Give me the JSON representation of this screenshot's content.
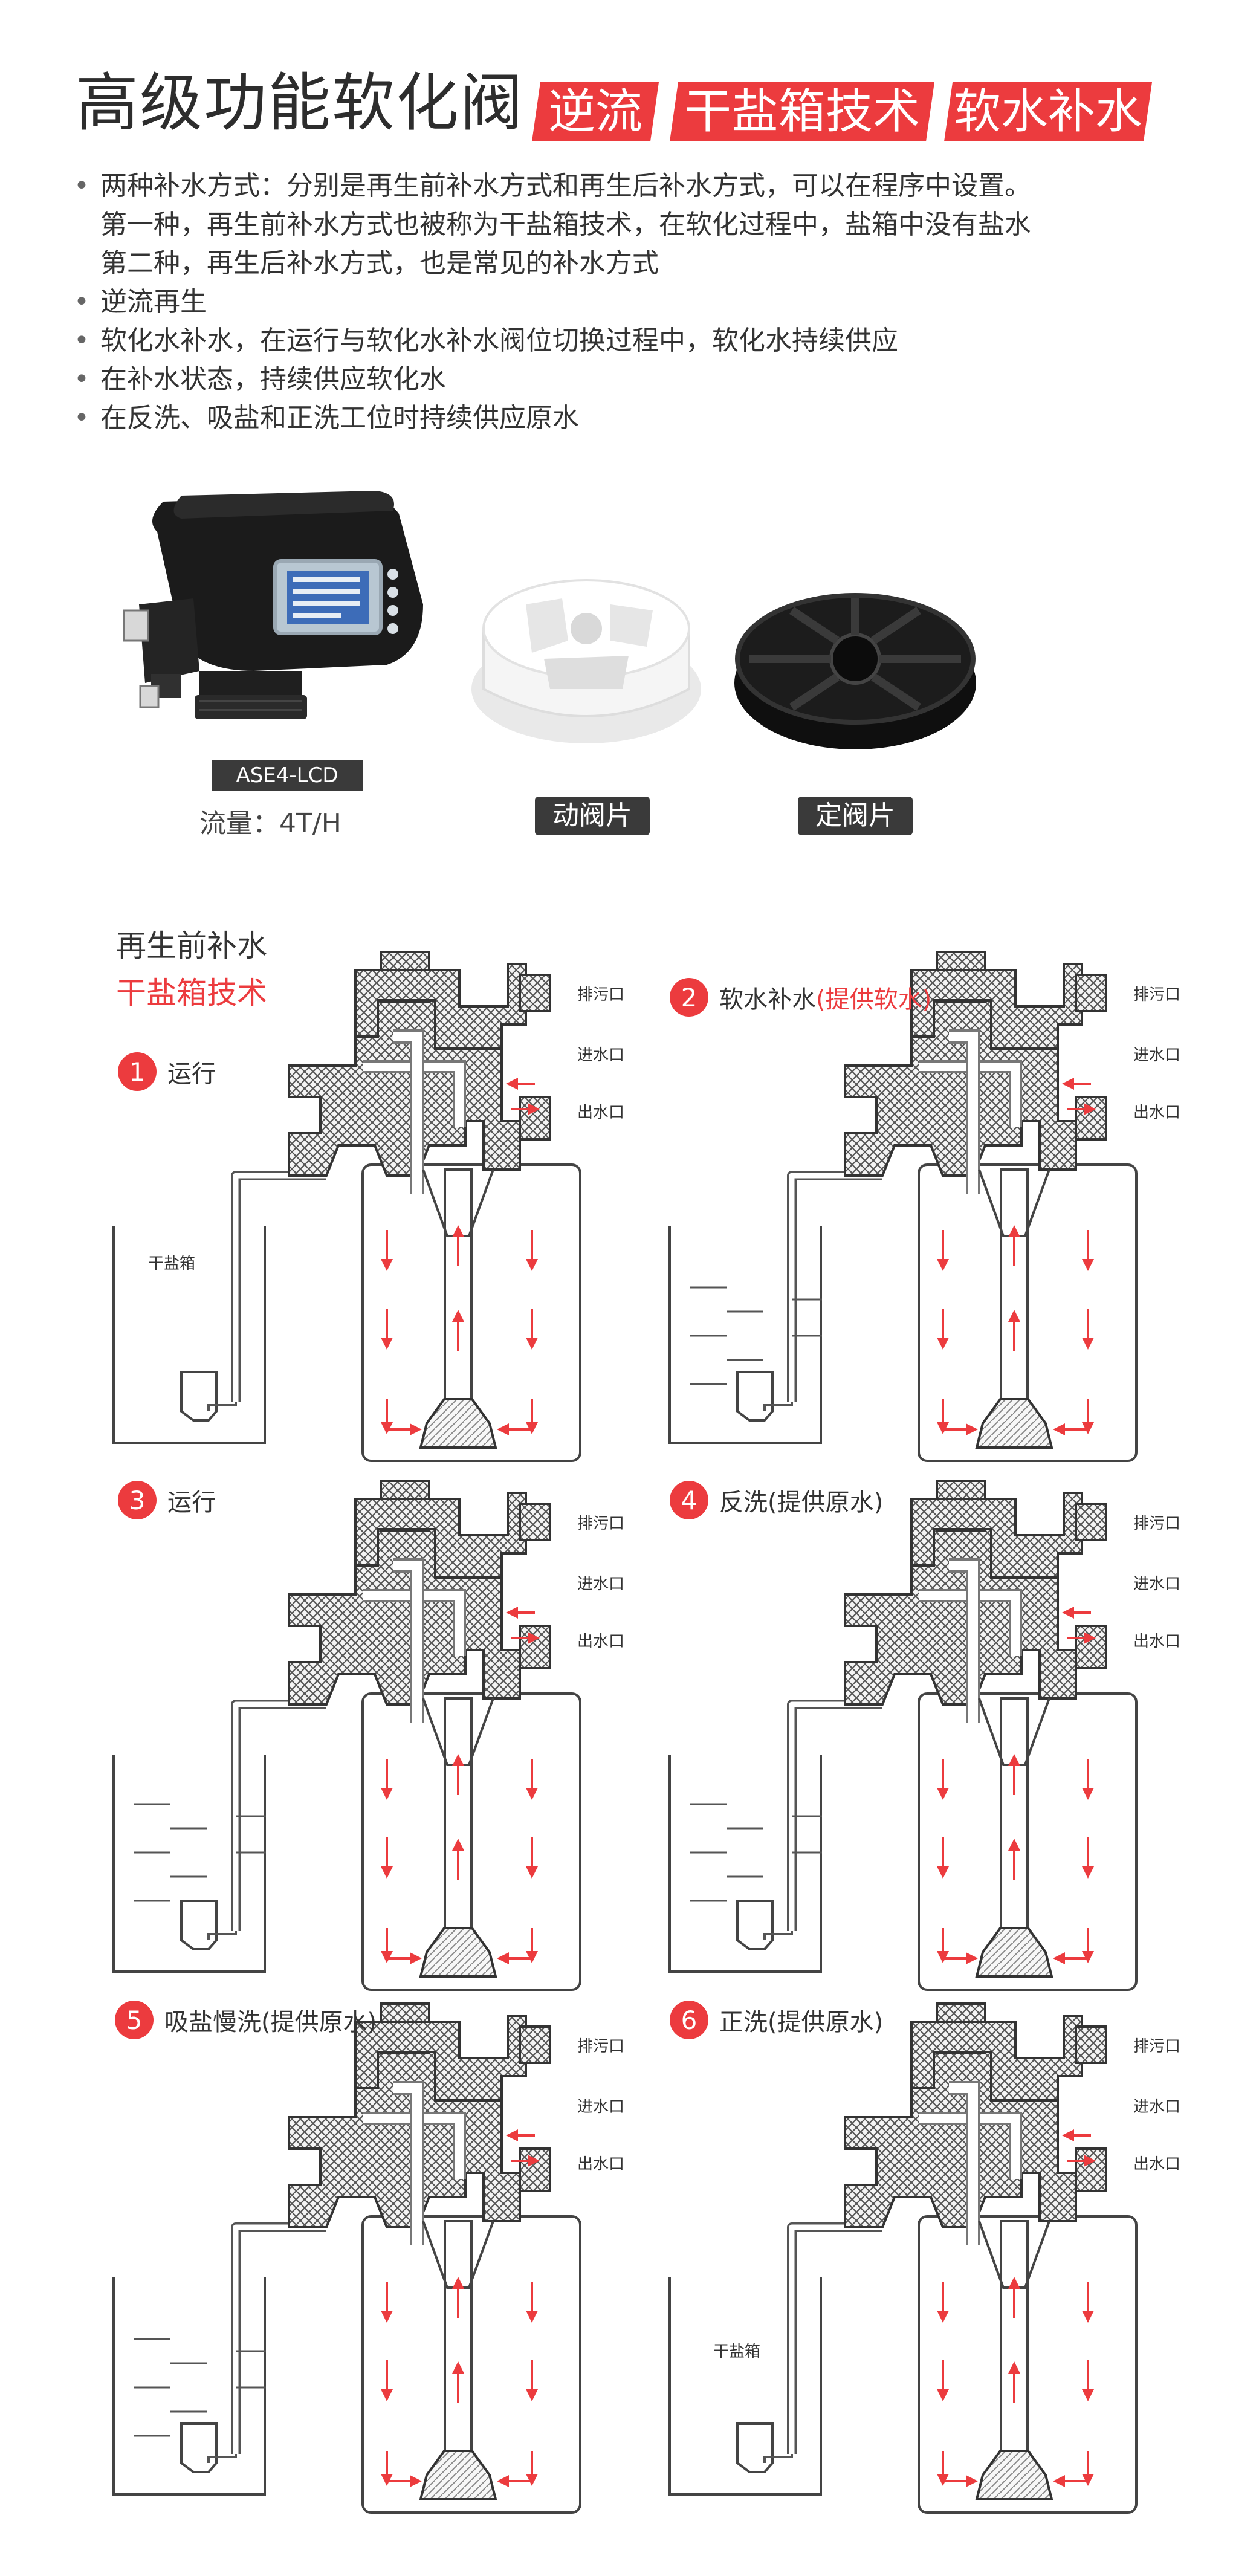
{
  "header": {
    "title": "高级功能软化阀",
    "tags": [
      "逆流",
      "干盐箱技术",
      "软水补水"
    ]
  },
  "features": [
    {
      "text": "两种补水方式：分别是再生前补水方式和再生后补水方式，可以在程序中设置。",
      "bullet": true
    },
    {
      "text": "第一种，再生前补水方式也被称为干盐箱技术，在软化过程中，盐箱中没有盐水",
      "bullet": false
    },
    {
      "text": "第二种，再生后补水方式，也是常见的补水方式",
      "bullet": false
    },
    {
      "text": "逆流再生",
      "bullet": true
    },
    {
      "text": "软化水补水，在运行与软化水补水阀位切换过程中，软化水持续供应",
      "bullet": true
    },
    {
      "text": "在补水状态，持续供应软化水",
      "bullet": true
    },
    {
      "text": "在反洗、吸盐和正洗工位时持续供应原水",
      "bullet": true
    }
  ],
  "products": {
    "valve_model": "ASE4-LCD",
    "flow": "流量：4T/H",
    "moving_disc": "动阀片",
    "fixed_disc": "定阀片"
  },
  "section": {
    "title": "再生前补水",
    "subtitle": "干盐箱技术"
  },
  "port_labels": {
    "drain": "排污口",
    "inlet": "进水口",
    "outlet": "出水口"
  },
  "tank_label": "干盐箱",
  "colors": {
    "accent": "#ec3b3e",
    "dark": "#3a3a3a"
  },
  "steps": [
    {
      "num": "1",
      "label": "运行",
      "extra": ""
    },
    {
      "num": "2",
      "label": "软水补水",
      "extra": "(提供软水)"
    },
    {
      "num": "3",
      "label": "运行",
      "extra": ""
    },
    {
      "num": "4",
      "label": "反洗(提供原水)",
      "extra": ""
    },
    {
      "num": "5",
      "label": "吸盐慢洗(提供原水)",
      "extra": ""
    },
    {
      "num": "6",
      "label": "正洗(提供原水)",
      "extra": ""
    }
  ]
}
